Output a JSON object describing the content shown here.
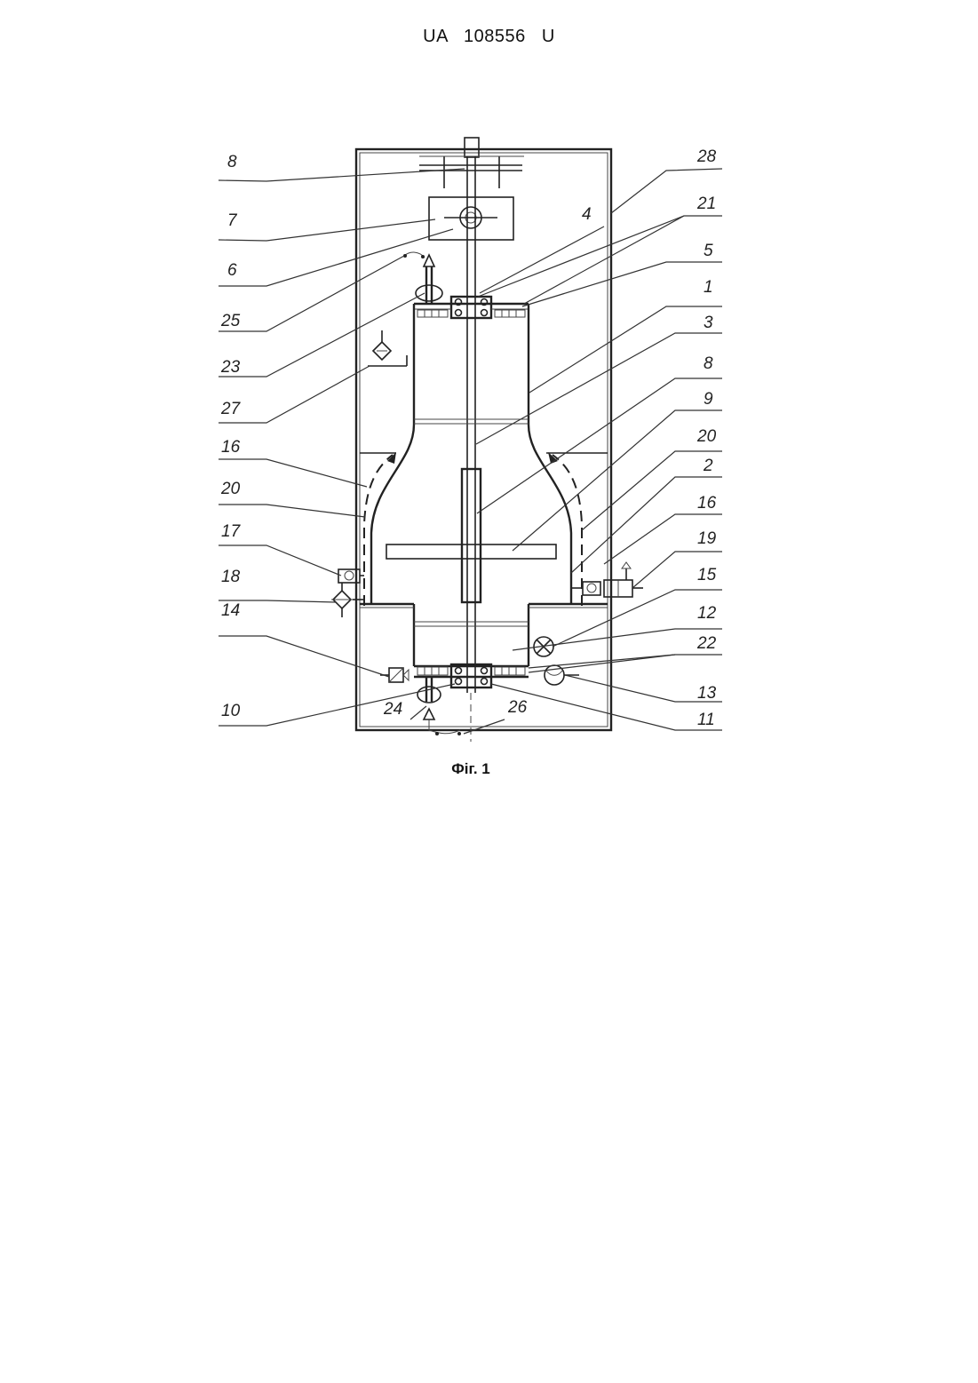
{
  "header": {
    "doc_number": "UA   108556   U"
  },
  "figure": {
    "caption": "Фіг. 1"
  },
  "labels": {
    "left": [
      "8",
      "7",
      "6",
      "25",
      "23",
      "27",
      "16",
      "20",
      "17",
      "18",
      "14",
      "10"
    ],
    "right": [
      "28",
      "21",
      "4",
      "5",
      "1",
      "3",
      "8",
      "9",
      "20",
      "2",
      "16",
      "19",
      "15",
      "12",
      "22",
      "13",
      "11"
    ],
    "bottom": [
      "24",
      "26"
    ]
  }
}
